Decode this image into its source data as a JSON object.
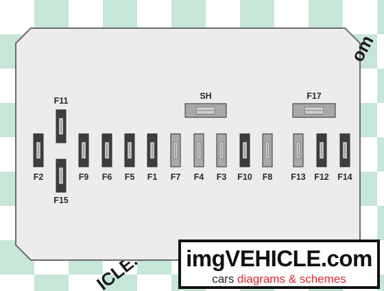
{
  "fuse_box": {
    "fuses": [
      {
        "id": "F2",
        "label": "F2",
        "style": "dark"
      },
      {
        "id": "F11",
        "label": "F11",
        "style": "dark"
      },
      {
        "id": "F15",
        "label": "F15",
        "style": "dark"
      },
      {
        "id": "F9",
        "label": "F9",
        "style": "dark"
      },
      {
        "id": "F6",
        "label": "F6",
        "style": "dark"
      },
      {
        "id": "F5",
        "label": "F5",
        "style": "dark"
      },
      {
        "id": "F1",
        "label": "F1",
        "style": "dark"
      },
      {
        "id": "F7",
        "label": "F7",
        "style": "light"
      },
      {
        "id": "F4",
        "label": "F4",
        "style": "light"
      },
      {
        "id": "F3",
        "label": "F3",
        "style": "light"
      },
      {
        "id": "F10",
        "label": "F10",
        "style": "dark"
      },
      {
        "id": "F8",
        "label": "F8",
        "style": "light"
      },
      {
        "id": "F13",
        "label": "F13",
        "style": "light"
      },
      {
        "id": "F12",
        "label": "F12",
        "style": "dark"
      },
      {
        "id": "F14",
        "label": "F14",
        "style": "dark"
      }
    ],
    "large_fuses": [
      {
        "id": "SH",
        "label": "SH"
      },
      {
        "id": "F17",
        "label": "F17"
      }
    ]
  },
  "watermark": {
    "top_fragment": "om",
    "bottom_fragment": "ICLE.c"
  },
  "brand": {
    "title": "imgVEHICLE.com",
    "tag_prefix": "cars ",
    "tag_highlight": "diagrams & schemes",
    "colors": {
      "title": "#111111",
      "highlight": "#e3262e"
    }
  },
  "colors": {
    "panel_fill": "#ececec",
    "panel_stroke": "#6a6a6a",
    "fuse_dark": "#3d3d3d",
    "fuse_light": "#a9a9a9",
    "fuse_window": "#d2d2d2",
    "background_pattern": "#c6e6d8"
  }
}
